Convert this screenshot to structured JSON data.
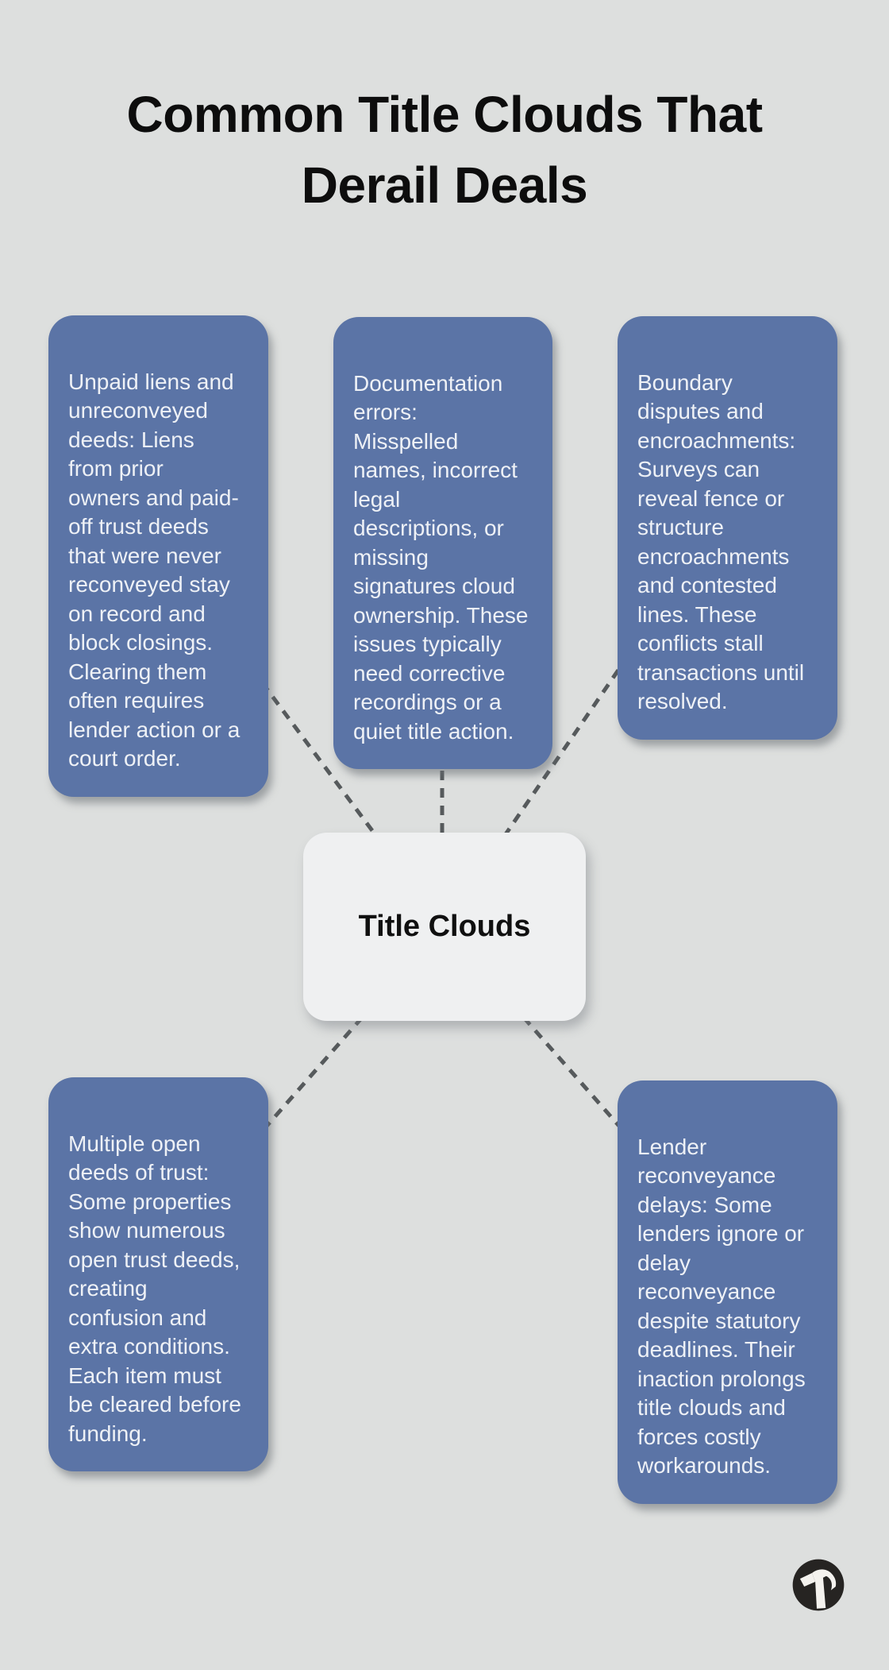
{
  "title": {
    "line1": "Common Title Clouds That",
    "line2": "Derail Deals"
  },
  "center_node": {
    "label": "Title Clouds"
  },
  "boxes": [
    {
      "id": "unpaid-liens",
      "text": "Unpaid liens and\nunreconveyed\ndeeds: Liens\nfrom prior\nowners and paid-\noff trust deeds\nthat were never\nreconveyed stay\non record and\nblock closings.\nClearing them\noften requires\nlender action or a\ncourt order."
    },
    {
      "id": "documentation-errors",
      "text": "Documentation\nerrors:\nMisspelled\nnames, incorrect\nlegal\ndescriptions, or\nmissing\nsignatures cloud\nownership. These\nissues typically\nneed corrective\nrecordings or a\nquiet title action."
    },
    {
      "id": "boundary-disputes",
      "text": "Boundary\ndisputes and\nencroachments:\nSurveys can\nreveal fence or\nstructure\nencroachments\nand contested\nlines. These\nconflicts stall\ntransactions until\nresolved."
    },
    {
      "id": "multiple-open-deeds",
      "text": "Multiple open\ndeeds of trust:\nSome properties\nshow numerous\nopen trust deeds,\ncreating\nconfusion and\nextra conditions.\nEach item must\nbe cleared before\nfunding."
    },
    {
      "id": "lender-reconveyance-delays",
      "text": "Lender\nreconveyance\ndelays: Some\nlenders ignore or\ndelay\nreconveyance\ndespite statutory\ndeadlines. Their\ninaction prolongs\ntitle clouds and\nforces costly\nworkarounds."
    }
  ],
  "logo": {
    "icon": "hammer-icon"
  },
  "colors": {
    "background": "#dddfde",
    "box_fill": "#5b74a6",
    "box_text": "#eef1f6",
    "node_fill": "#eff0f1",
    "node_text": "#101010",
    "title_text": "#0d0d0d",
    "connector": "#565a5c",
    "logo_circle": "#262422",
    "logo_glyph": "#f4f2ee"
  }
}
